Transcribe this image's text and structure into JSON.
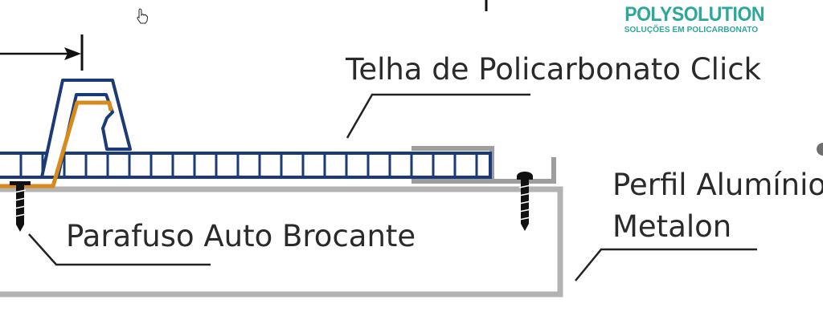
{
  "brand": {
    "name": "POLYSOLUTION",
    "tagline": "SOLUÇÕES EM POLICARBONATO",
    "color": "#2aa89a"
  },
  "labels": {
    "telha": "Telha de Policarbonato Click",
    "parafuso": "Parafuso Auto Brocante",
    "perfil_line1": "Perfil Alumínio",
    "perfil_line2": "Metalon"
  },
  "colors": {
    "polycarbonate": "#1a3a78",
    "aluminum_profile": "#b3b3b3",
    "click_strip": "#d98a1c",
    "screw": "#111111",
    "leader": "#222222"
  },
  "icons": {
    "pointer": "hand-pointer-icon"
  }
}
